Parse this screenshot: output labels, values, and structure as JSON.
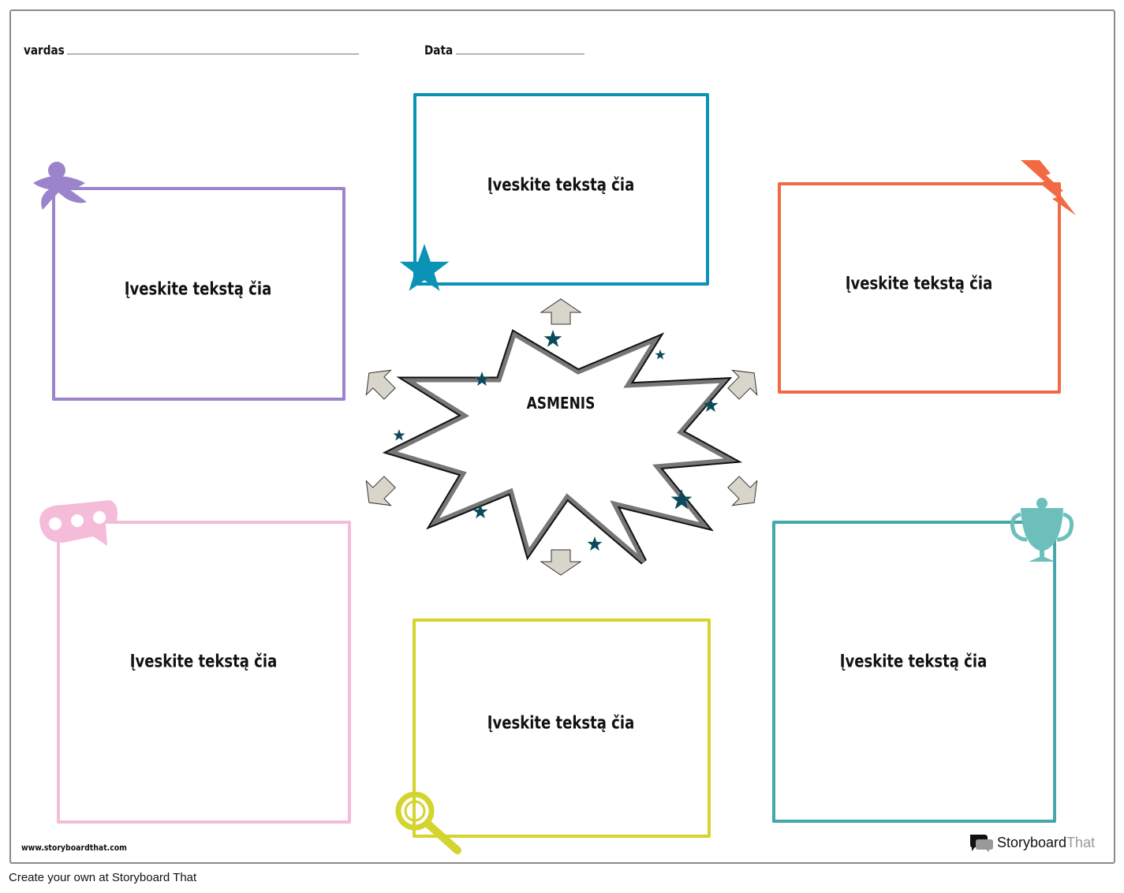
{
  "header": {
    "name_label": "vardas",
    "date_label": "Data"
  },
  "center": {
    "label": "ASMENIS"
  },
  "boxes": [
    {
      "id": "top-left",
      "text": "Įveskite tekstą čia",
      "color": "#9b84cc",
      "icon": "meeple-icon"
    },
    {
      "id": "top-center",
      "text": "Įveskite tekstą čia",
      "color": "#0a93b5",
      "icon": "star-icon"
    },
    {
      "id": "top-right",
      "text": "Įveskite tekstą čia",
      "color": "#f26a44",
      "icon": "lightning-icon"
    },
    {
      "id": "bottom-left",
      "text": "Įveskite tekstą čia",
      "color": "#f4bcd9",
      "icon": "mask-icon"
    },
    {
      "id": "bottom-center",
      "text": "Įveskite tekstą čia",
      "color": "#d4d42e",
      "icon": "magnifier-icon"
    },
    {
      "id": "bottom-right",
      "text": "Įveskite tekstą čia",
      "color": "#44a8a8",
      "icon": "trophy-icon"
    }
  ],
  "footer": {
    "website": "www.storyboardthat.com",
    "brand_part1": "Storyboard",
    "brand_part2": "That",
    "cta": "Create your own at Storyboard That"
  }
}
